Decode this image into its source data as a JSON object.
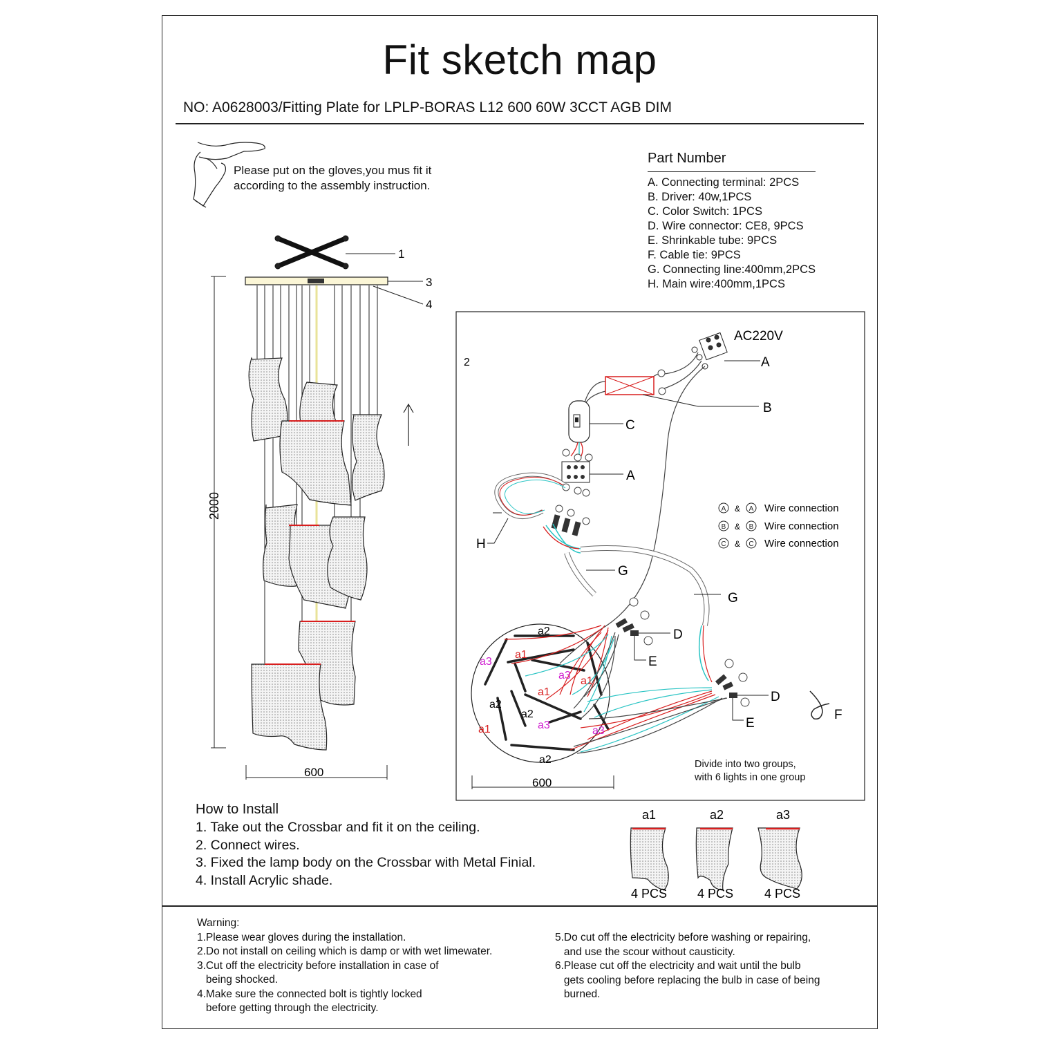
{
  "title": "Fit sketch map",
  "subtitle": "NO: A0628003/Fitting Plate for LPLP-BORAS L12 600 60W 3CCT AGB DIM",
  "gloves_note": [
    "Please put on the gloves,you mus fit it",
    "according to the assembly instruction."
  ],
  "parts": {
    "title": "Part  Number",
    "items": [
      "A. Connecting terminal: 2PCS",
      "B. Driver: 40w,1PCS",
      "C. Color Switch: 1PCS",
      "D. Wire connector:  CE8, 9PCS",
      "E. Shrinkable tube: 9PCS",
      "F. Cable tie: 9PCS",
      "G. Connecting line:400mm,2PCS",
      "H.  Main wire:400mm,1PCS"
    ]
  },
  "side_view": {
    "callouts": [
      "1",
      "3",
      "4"
    ],
    "height_dim": "2000",
    "width_dim": "600"
  },
  "wiring": {
    "panel_no": "2",
    "voltage": "AC220V",
    "letters": {
      "A": "A",
      "B": "B",
      "C": "C",
      "D": "D",
      "E": "E",
      "F": "F",
      "G": "G",
      "H": "H"
    },
    "legend": [
      {
        "left": "A",
        "right": "A",
        "amp": "&",
        "text": "Wire connection"
      },
      {
        "left": "B",
        "right": "B",
        "amp": "&",
        "text": "Wire connection"
      },
      {
        "left": "C",
        "right": "C",
        "amp": "&",
        "text": "Wire connection"
      }
    ],
    "layout_labels": {
      "a1": "a1",
      "a2": "a2",
      "a3": "a3"
    },
    "width_dim": "600",
    "note": [
      "Divide into two groups,",
      "with 6 lights in one group"
    ]
  },
  "shades": [
    {
      "name": "a1",
      "qty": "4 PCS"
    },
    {
      "name": "a2",
      "qty": "4 PCS"
    },
    {
      "name": "a3",
      "qty": "4 PCS"
    }
  ],
  "install": {
    "title": "How to Install",
    "steps": [
      "1. Take out the Crossbar and fit it on the ceiling.",
      "2. Connect wires.",
      "3. Fixed the lamp body on the Crossbar with Metal Finial.",
      "4. Install Acrylic shade."
    ]
  },
  "warning": {
    "title": "Warning:",
    "left": [
      "1.Please wear gloves during the installation.",
      "2.Do not install on ceiling which is damp or with wet limewater.",
      "3.Cut off the electricity before installation in case of",
      "   being shocked.",
      "4.Make sure the connected bolt is tightly locked",
      "   before getting through the electricity."
    ],
    "right": [
      "5.Do cut off the electricity before washing or repairing,",
      "   and use the scour without causticity.",
      "6.Please cut off the electricity and wait until the bulb",
      "   gets cooling before replacing the bulb in case of being",
      "   burned."
    ]
  },
  "colors": {
    "live": "#d81e1e",
    "neutral": "#29c4c4",
    "magenta": "#d01fd0",
    "line": "#222222"
  }
}
